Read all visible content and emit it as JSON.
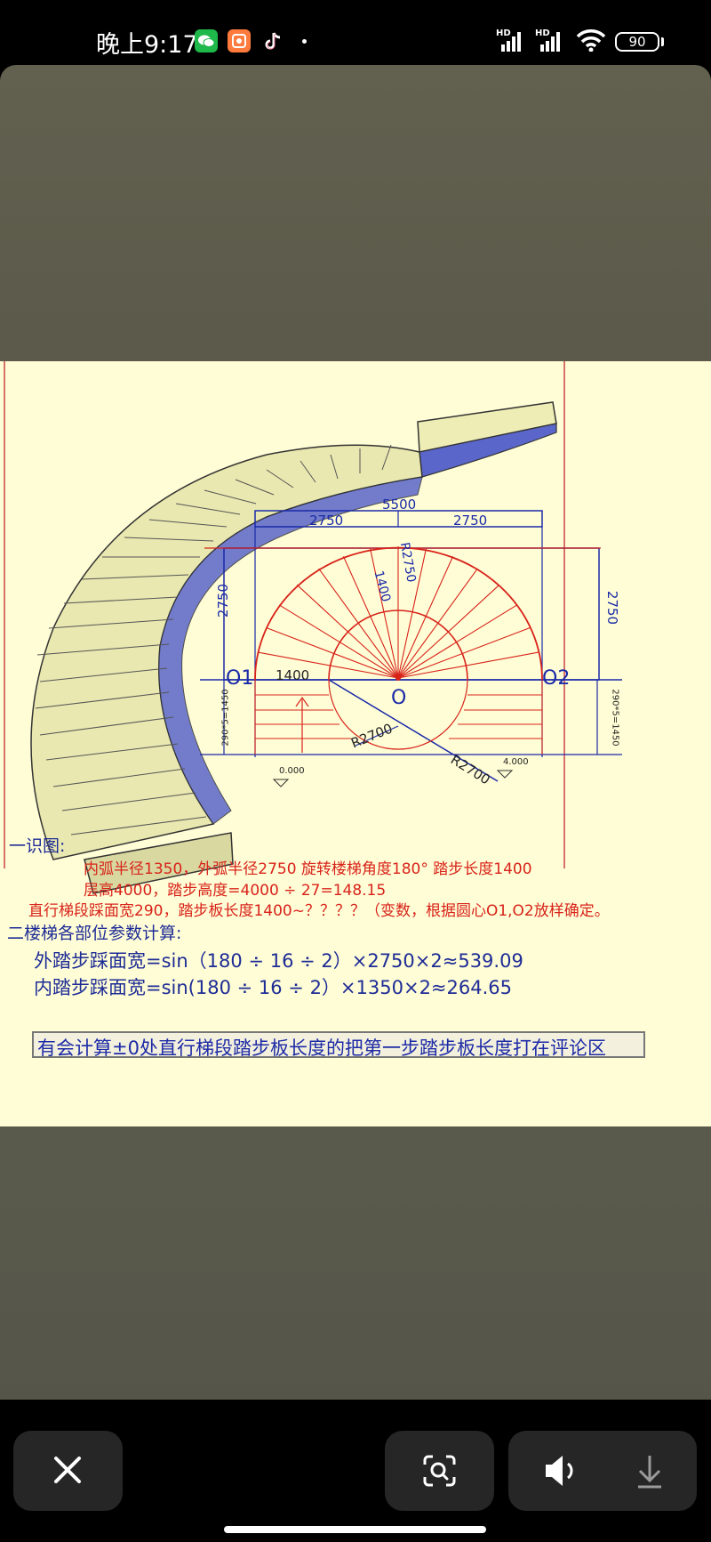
{
  "status_bar": {
    "time": "晚上9:17",
    "hd_labels": [
      "HD",
      "HD"
    ],
    "battery": "90"
  },
  "image_text": {
    "dims": {
      "total": "5500",
      "half_left": "2750",
      "half_right": "2750",
      "left_vertical": "2750",
      "right_vertical": "2750",
      "r_outer": "R2750",
      "r1400": "1400",
      "o1_label": "O1",
      "o_label": "O",
      "o2_label": "O2",
      "flat_1400": "1400",
      "r2700_a": "R2700",
      "r2700_b": "R2700",
      "side_left": "290*5=1450",
      "side_right": "290*5=1450",
      "level_start": "0.000",
      "level_end": "4.000"
    },
    "heading_1": "一识图:",
    "red_line_1": "内弧半径1350，外弧半径2750     旋转楼梯角度180°  踏步长度1400",
    "red_line_2": "层高4000，踏步高度=4000 ÷ 27=148.15",
    "red_line_3": "直行梯段踩面宽290，踏步板长度1400~？？？？（变数，根据圆心O1,O2放样确定。",
    "heading_2": "二楼梯各部位参数计算:",
    "formula_1": "外踏步踩面宽=sin（180 ÷ 16 ÷ 2）×2750×2≈539.09",
    "formula_2": "内踏步踩面宽=sin(180 ÷ 16 ÷ 2）×1350×2≈264.65",
    "note": "有会计算±0处直行梯段踏步板长度的把第一步踏步板长度打在评论区"
  },
  "colors": {
    "paper": "#fffdd6",
    "red_ink": "#d8231a",
    "blue_ink": "#1a2aa8",
    "stair_face": "#ededb5",
    "stair_side": "#5a66c9"
  },
  "icons": {
    "close": "close-icon",
    "lens": "lens-scan-icon",
    "speaker": "speaker-icon",
    "download": "download-icon"
  }
}
